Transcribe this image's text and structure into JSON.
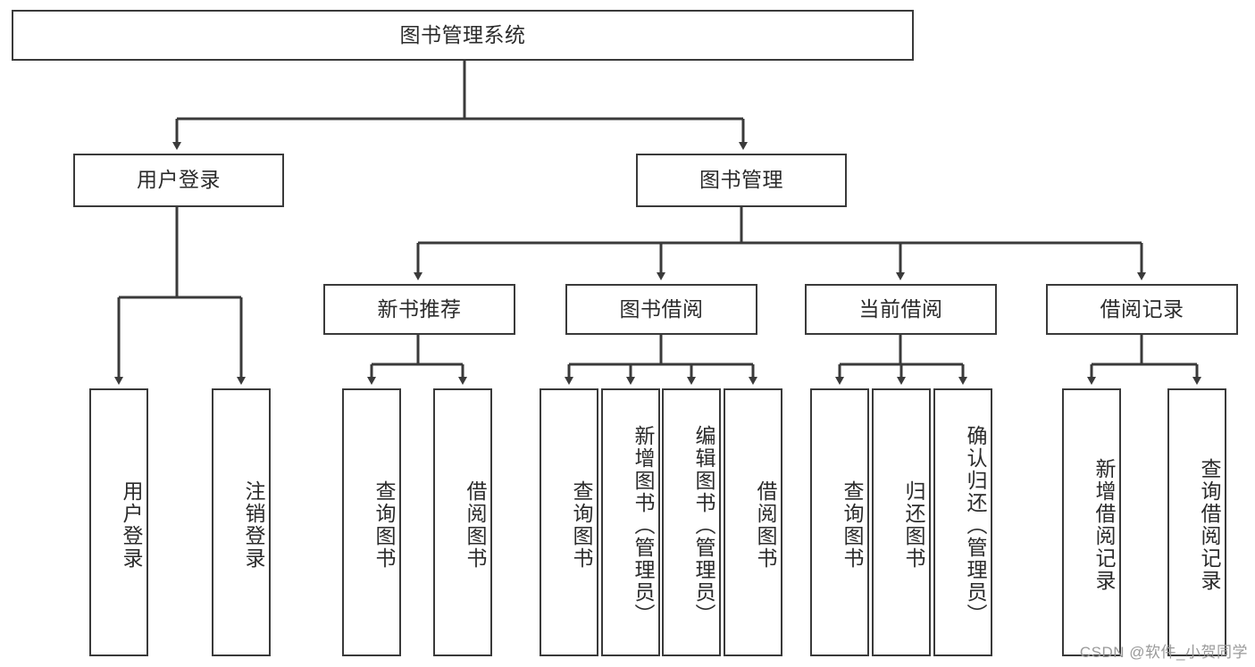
{
  "diagram": {
    "title": "图书管理系统",
    "type": "tree",
    "root": {
      "id": "root",
      "label": "图书管理系统"
    },
    "level2": [
      {
        "id": "user-login",
        "label": "用户登录"
      },
      {
        "id": "book-manage",
        "label": "图书管理"
      }
    ],
    "level3": [
      {
        "id": "new-book-recommend",
        "label": "新书推荐",
        "parent": "book-manage"
      },
      {
        "id": "book-borrow",
        "label": "图书借阅",
        "parent": "book-manage"
      },
      {
        "id": "current-borrow",
        "label": "当前借阅",
        "parent": "book-manage"
      },
      {
        "id": "borrow-record",
        "label": "借阅记录",
        "parent": "book-manage"
      }
    ],
    "leaves": [
      {
        "id": "leaf-user-login",
        "label": "用户登录",
        "parent": "user-login"
      },
      {
        "id": "leaf-logout-login",
        "label": "注销登录",
        "parent": "user-login"
      },
      {
        "id": "leaf-query-book-1",
        "label": "查询图书",
        "parent": "new-book-recommend"
      },
      {
        "id": "leaf-borrow-book-1",
        "label": "借阅图书",
        "parent": "new-book-recommend"
      },
      {
        "id": "leaf-query-book-2",
        "label": "查询图书",
        "parent": "book-borrow"
      },
      {
        "id": "leaf-add-book",
        "label": "新增图书（管理员）",
        "parent": "book-borrow"
      },
      {
        "id": "leaf-edit-book",
        "label": "编辑图书（管理员）",
        "parent": "book-borrow"
      },
      {
        "id": "leaf-borrow-book-2",
        "label": "借阅图书",
        "parent": "book-borrow"
      },
      {
        "id": "leaf-query-book-3",
        "label": "查询图书",
        "parent": "current-borrow"
      },
      {
        "id": "leaf-return-book",
        "label": "归还图书",
        "parent": "current-borrow"
      },
      {
        "id": "leaf-confirm-return",
        "label": "确认归还（管理员）",
        "parent": "current-borrow"
      },
      {
        "id": "leaf-add-record",
        "label": "新增借阅记录",
        "parent": "borrow-record"
      },
      {
        "id": "leaf-query-record",
        "label": "查询借阅记录",
        "parent": "borrow-record"
      }
    ],
    "colors": {
      "stroke": "#3a3a3a",
      "fill": "#ffffff",
      "text": "#2b2b2b",
      "watermark": "#9a9a9a"
    }
  },
  "watermark": {
    "text": "CSDN @软件_小贺同学"
  }
}
